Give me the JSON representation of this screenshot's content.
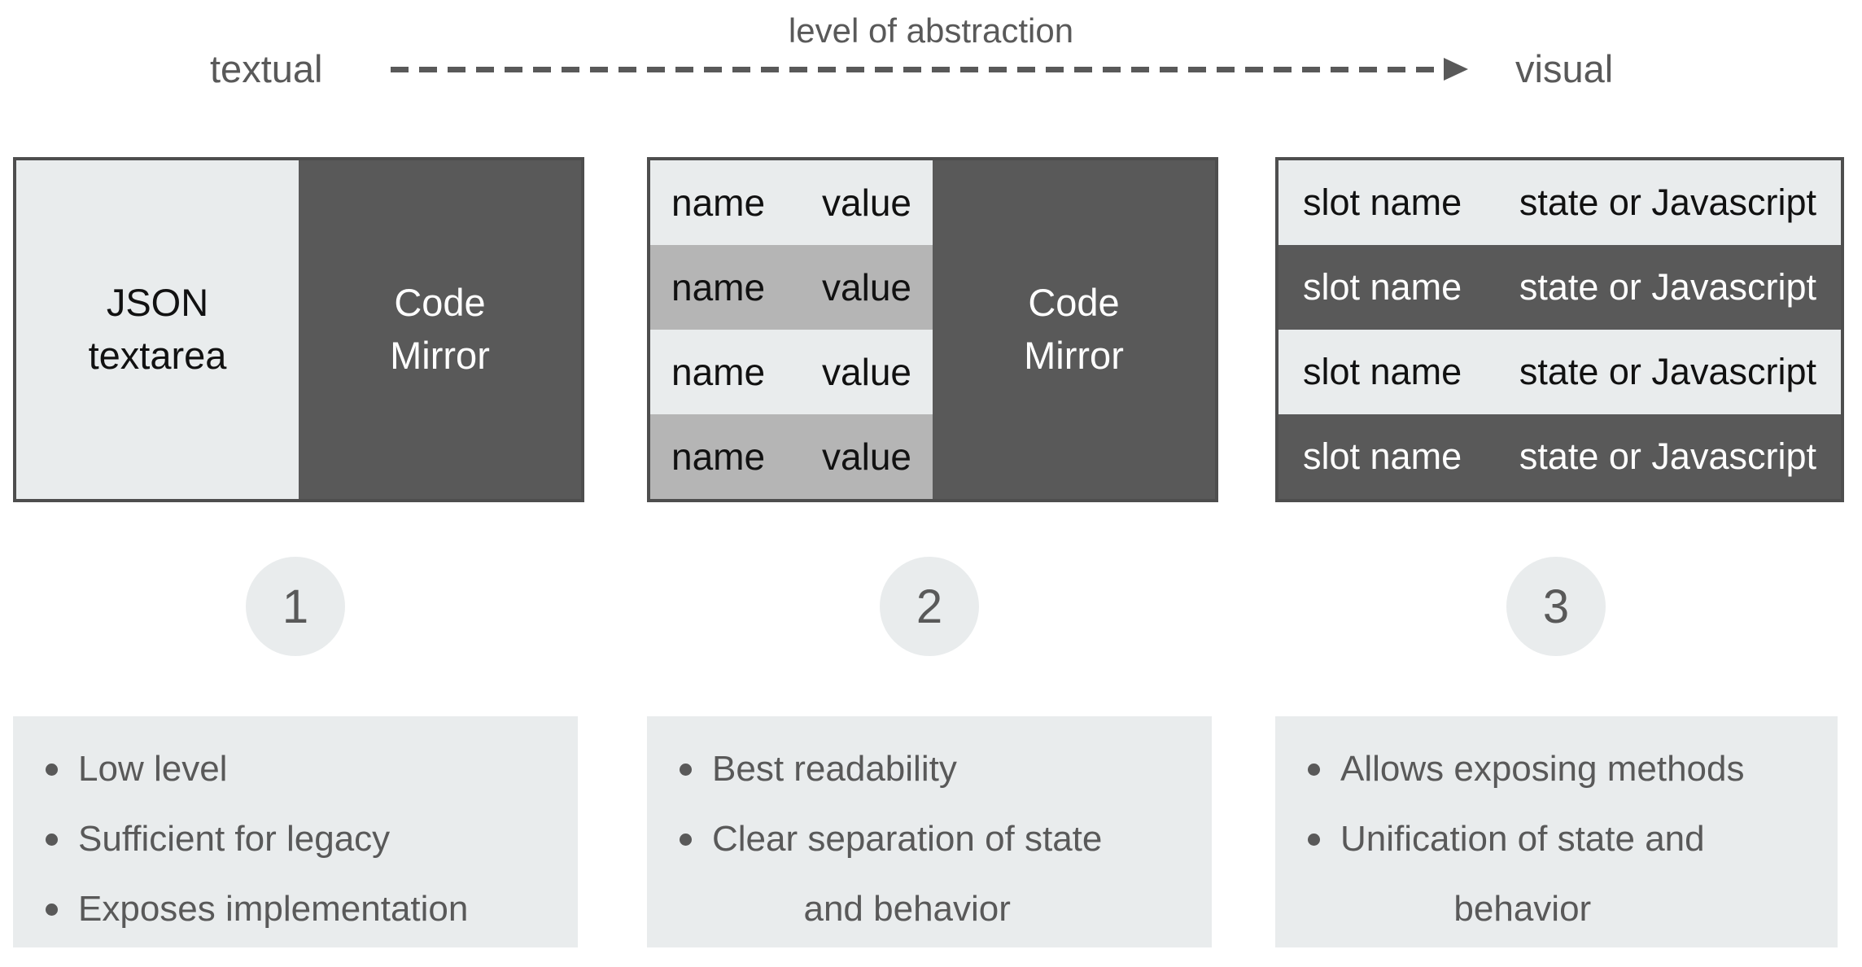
{
  "header": {
    "axis_label": "level of abstraction",
    "left_label": "textual",
    "right_label": "visual"
  },
  "colors": {
    "light_gray": "#e9eced",
    "medium_gray": "#b5b5b5",
    "dark_gray": "#595959",
    "border_gray": "#4e4e4e",
    "text_dark": "#111111",
    "text_muted": "#595959",
    "background": "#ffffff"
  },
  "columns": [
    {
      "number": "1",
      "box": {
        "left_text": "JSON\ntextarea",
        "right_text": "Code\nMirror"
      },
      "bullets": [
        "Low level",
        "Sufficient for legacy",
        "Exposes implementation"
      ]
    },
    {
      "number": "2",
      "box": {
        "rows": [
          [
            "name",
            "value"
          ],
          [
            "name",
            "value"
          ],
          [
            "name",
            "value"
          ],
          [
            "name",
            "value"
          ]
        ],
        "right_text": "Code\nMirror"
      },
      "bullets": [
        "Best readability",
        "Clear separation of state\nand behavior"
      ]
    },
    {
      "number": "3",
      "box": {
        "rows": [
          [
            "slot name",
            "state or Javascript"
          ],
          [
            "slot name",
            "state or Javascript"
          ],
          [
            "slot name",
            "state or Javascript"
          ],
          [
            "slot name",
            "state or Javascript"
          ]
        ]
      },
      "bullets": [
        "Allows exposing methods",
        "Unification of state and\nbehavior"
      ]
    }
  ]
}
